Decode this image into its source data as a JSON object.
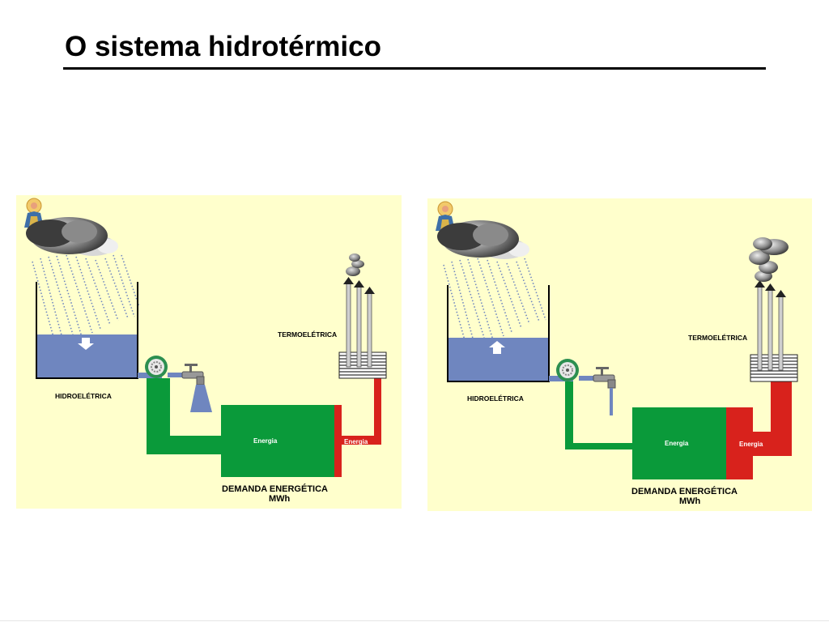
{
  "slide": {
    "title": "O sistema hidrotérmico"
  },
  "colors": {
    "panel_bg": "#ffffcc",
    "water": "#6f86bf",
    "hydro_energy": "#0a9a3a",
    "thermal_energy": "#d8221c",
    "smoke": "#555555",
    "plant_block": "#4a4a4a"
  },
  "panels": [
    {
      "id": "left",
      "reservoir_arrow": "down-arrow-icon",
      "hydro_label": "HIDROELÉTRICA",
      "thermo_label": "TERMOELÉTRICA",
      "hydro_energy_label": "Energia",
      "thermal_energy_label": "Energia",
      "demand_label_1": "DEMANDA ENERGÉTICA",
      "demand_label_2": "MWh"
    },
    {
      "id": "right",
      "reservoir_arrow": "up-arrow-icon",
      "hydro_label": "HIDROELÉTRICA",
      "thermo_label": "TERMOELÉTRICA",
      "hydro_energy_label": "Energia",
      "thermal_energy_label": "Energia",
      "demand_label_1": "DEMANDA ENERGÉTICA",
      "demand_label_2": "MWh"
    }
  ]
}
